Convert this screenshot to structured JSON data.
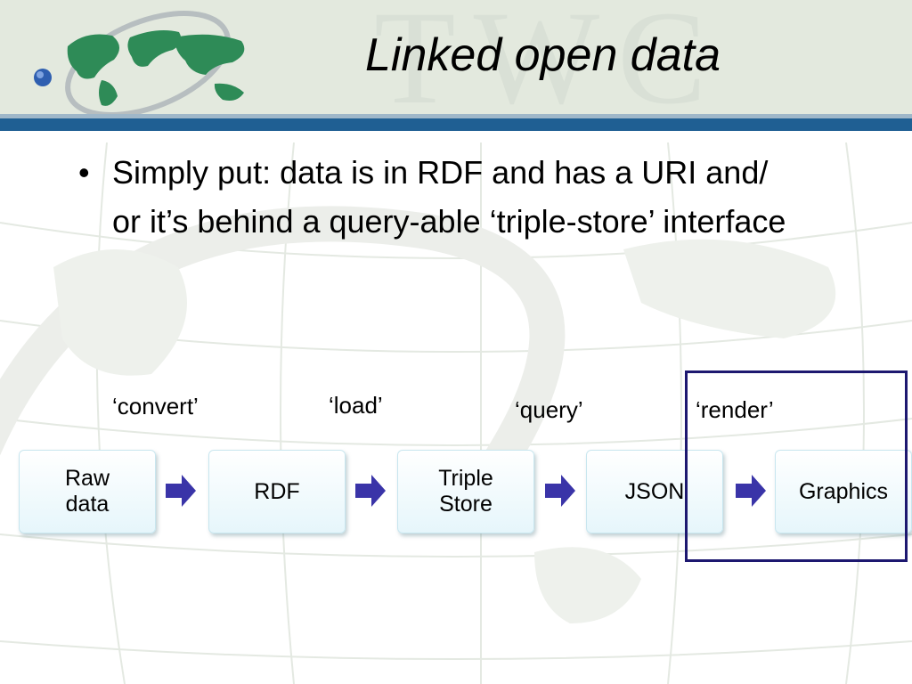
{
  "slide": {
    "title": "Linked open data",
    "header_watermark": "TWC",
    "bullet": {
      "dot": "•",
      "text": "Simply put: data is in RDF and has a URI and/ or it’s behind a query-able ‘triple-store’ interface"
    },
    "step_labels": [
      "‘convert’",
      "‘load’",
      "‘query’",
      "‘render’"
    ],
    "flow_boxes": [
      "Raw\ndata",
      "RDF",
      "Triple\nStore",
      "JSON",
      "Graphics"
    ],
    "colors": {
      "header_bg": "#e3e9de",
      "header_band": "#1f5f93",
      "arrow": "#3a34a8",
      "highlight_border": "#1d1870",
      "box_fill": "#e6f6fb"
    },
    "icons": [
      "globe-logo-icon",
      "arrow-right-icon"
    ]
  }
}
